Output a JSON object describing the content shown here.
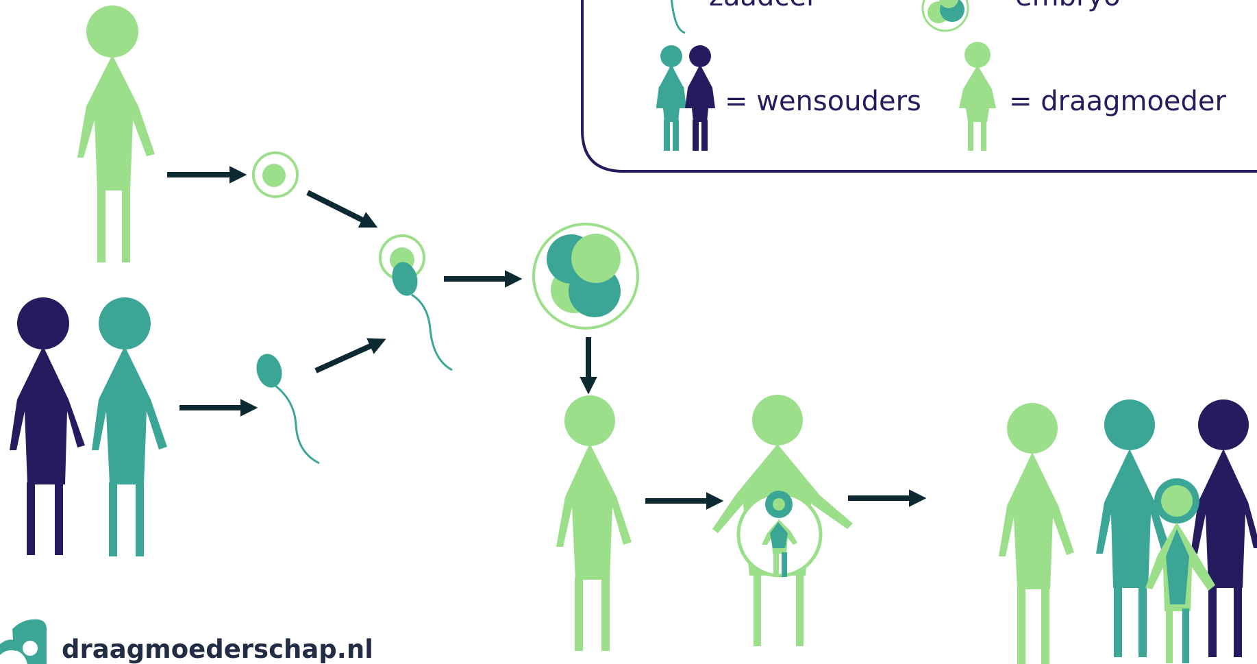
{
  "legend": {
    "sperm_label": "zaadcel",
    "embryo_label": "embryo",
    "parents_label": "= wensouders",
    "surrogate_label": "= draagmoeder"
  },
  "brand": {
    "site": "draagmoederschap.nl"
  },
  "colors": {
    "light_green": "#9bdf8a",
    "teal": "#3ba596",
    "navy": "#241c5e",
    "arrow": "#0d2a32"
  }
}
